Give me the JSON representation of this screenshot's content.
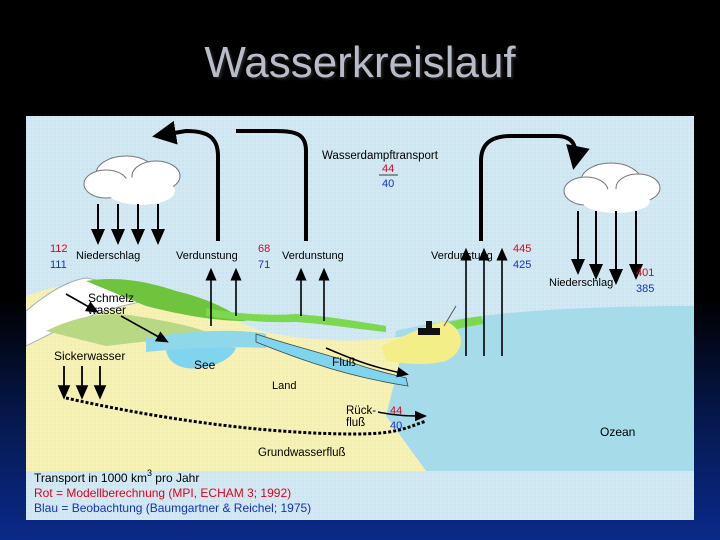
{
  "slide": {
    "title": "Wasserkreislauf"
  },
  "colors": {
    "sky": "#cfe7f2",
    "land": "#f4f0b2",
    "sea": "#a8dcea",
    "lake": "#7fd4ee",
    "vegetation": "#7cd84e",
    "arrow": "#000000",
    "model": "#e3001b",
    "observation": "#1330c8"
  },
  "labels": {
    "vapor_transport": "Wasserdampftransport",
    "vapor_model": "44",
    "vapor_obs": "40",
    "precip_left": "Niederschlag",
    "precip_left_model": "112",
    "precip_left_obs": "111",
    "evap_left": "Verdunstung",
    "evap_mid": "Verdunstung",
    "evap_land_model": "68",
    "evap_land_obs": "71",
    "evap_ocean": "Verdunstung",
    "evap_ocean_model": "445",
    "evap_ocean_obs": "425",
    "precip_right": "Niederschlag",
    "precip_right_model": "401",
    "precip_right_obs": "385",
    "snowmelt_line1": "Schmelz",
    "snowmelt_line2": "wasser",
    "seepage": "Sickerwasser",
    "lake": "See",
    "river": "Fluß",
    "land": "Land",
    "return_line1": "Rück-",
    "return_line2": "fluß",
    "return_model": "44",
    "return_obs": "40",
    "ocean": "Ozean",
    "groundwater": "Grundwasserfluß"
  },
  "legend": {
    "transport": "Transport in 1000 km",
    "transport_exp": "3",
    "transport_suffix": " pro Jahr",
    "model_line": "Rot = Modellberechnung (MPI, ECHAM 3; 1992)",
    "obs_line": "Blau = Beobachtung (Baumgartner & Reichel; 1975)"
  },
  "icons": [
    "cloud-icon",
    "cloud-icon",
    "ship-icon"
  ]
}
